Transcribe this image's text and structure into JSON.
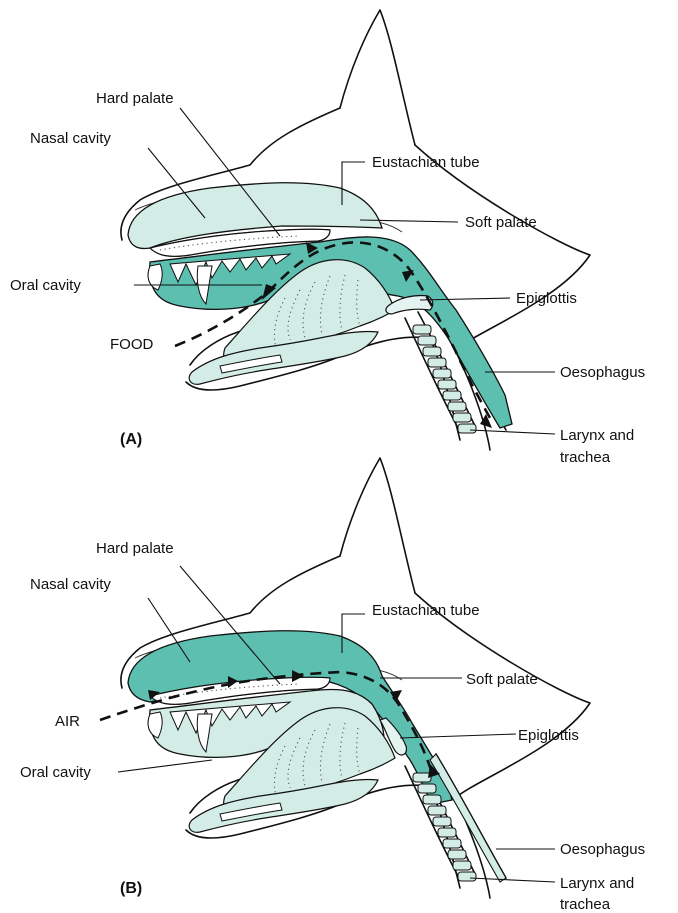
{
  "colors": {
    "highlight": "#5cbfb0",
    "light": "#d3ece6",
    "pale": "#e4f3ef",
    "outline": "#111111"
  },
  "panel_a": {
    "letter": "(A)",
    "labels": {
      "hard_palate": "Hard palate",
      "nasal_cavity": "Nasal cavity",
      "eustachian_tube": "Eustachian tube",
      "soft_palate": "Soft palate",
      "oral_cavity": "Oral cavity",
      "epiglottis": "Epiglottis",
      "food": "FOOD",
      "oesophagus": "Oesophagus",
      "larynx_line1": "Larynx and",
      "larynx_line2": "trachea"
    }
  },
  "panel_b": {
    "letter": "(B)",
    "labels": {
      "hard_palate": "Hard palate",
      "nasal_cavity": "Nasal cavity",
      "eustachian_tube": "Eustachian tube",
      "air": "AIR",
      "soft_palate": "Soft palate",
      "epiglottis": "Epiglottis",
      "oral_cavity": "Oral cavity",
      "oesophagus": "Oesophagus",
      "larynx_line1": "Larynx and",
      "larynx_line2": "trachea"
    }
  }
}
